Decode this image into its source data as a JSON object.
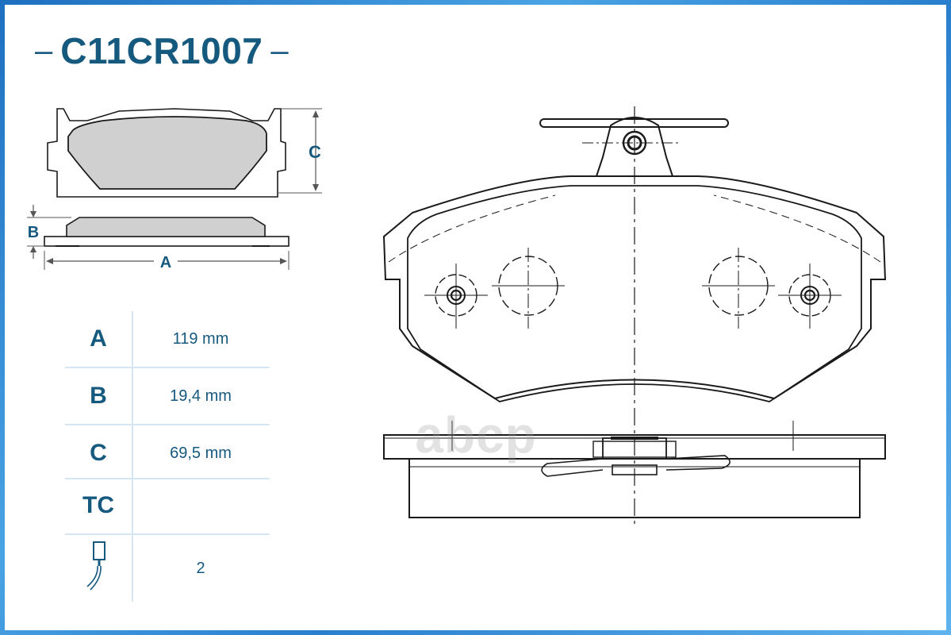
{
  "header": {
    "dash_left": "–",
    "code": "C11CR1007",
    "dash_right": "–"
  },
  "dimension_labels": {
    "a": "A",
    "b": "B",
    "c": "C"
  },
  "specs": [
    {
      "key": "A",
      "value": "119 mm"
    },
    {
      "key": "B",
      "value": "19,4 mm"
    },
    {
      "key": "C",
      "value": "69,5 mm"
    },
    {
      "key": "TC",
      "value": ""
    },
    {
      "key_icon": "wear-sensor-icon",
      "value": "2"
    }
  ],
  "watermark": "abcp",
  "colors": {
    "brand": "#16597f",
    "frame": "#2f86cf",
    "pad_fill": "#d0d0d0",
    "separator": "#d4e6f2"
  }
}
